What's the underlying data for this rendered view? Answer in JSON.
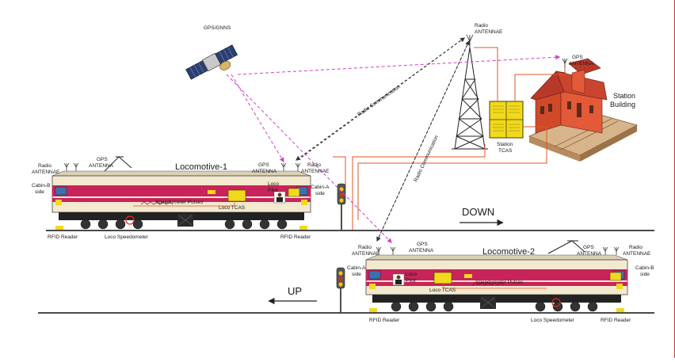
{
  "labels": {
    "gps_gnns": "GPS/GNNS",
    "tower_radio_antennae": [
      "Radio",
      "ANTENNAE"
    ],
    "station_gps_antenna": [
      "GPS",
      "ANTENNA"
    ],
    "station_building": [
      "Station",
      "Building"
    ],
    "station_tcas": [
      "Station",
      "TCAS"
    ],
    "radio_comm_1": "Radio Communication",
    "radio_comm_2": "Radio Communication",
    "loco1_title": "Locomotive-1",
    "loco1_radio_left": [
      "Radio",
      "ANTENNAE"
    ],
    "loco1_gps_left": [
      "GPS",
      "ANTENNA"
    ],
    "loco1_gps_right": [
      "GPS",
      "ANTENNA"
    ],
    "loco1_radio_right": [
      "Radio",
      "ANTENNAE"
    ],
    "loco1_cabin_b": [
      "Cabin-B",
      "side"
    ],
    "loco1_cabin_a": [
      "Cabin-A",
      "side"
    ],
    "loco1_loco_pilot": [
      "Loco",
      "Pilot"
    ],
    "loco1_loco_tcas": "Loco TCAS",
    "loco1_speedometer_pulses": "Speedometer Pulses",
    "loco1_rfid_left": "RFID Reader",
    "loco1_speedometer": "Loco Speedometer",
    "loco1_rfid_right": "RFID Reader",
    "down": "DOWN",
    "up": "UP",
    "loco2_title": "Locomotive-2",
    "loco2_radio_left": [
      "Radio",
      "ANTENNAE"
    ],
    "loco2_gps_left": [
      "GPS",
      "ANTENNA"
    ],
    "loco2_gps_right": [
      "GPS",
      "ANTENNA"
    ],
    "loco2_radio_right": [
      "Radio",
      "ANTENNAE"
    ],
    "loco2_cabin_a": [
      "Cabin-A",
      "side"
    ],
    "loco2_cabin_b": [
      "Cabin-B",
      "side"
    ],
    "loco2_loco_pilot": [
      "Loco",
      "Pilot"
    ],
    "loco2_loco_tcas": "Loco TCAS",
    "loco2_speedometer_pulses": "Speedometer Pulses",
    "loco2_rfid_left": "RFID Reader",
    "loco2_speedometer": "Loco Speedometer",
    "loco2_rfid_right": "RFID Reader"
  },
  "colors": {
    "gps_link": "#d23fc8",
    "radio_link": "#333333",
    "wire": "#e0552a",
    "loco_body": "#f2e9cf",
    "loco_stripe": "#c8235a",
    "tcas_yellow": "#f1d91c",
    "track": "#4a4a4a"
  }
}
